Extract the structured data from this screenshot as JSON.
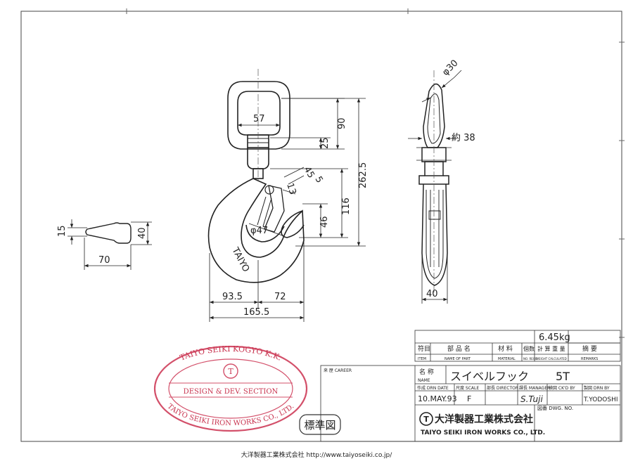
{
  "dims": {
    "d30": "φ30",
    "d57": "57",
    "d90": "90",
    "d25": "25",
    "d2625": "262.5",
    "d38": "約 38",
    "d45": "45",
    "d5": "5",
    "d13": "13",
    "d116": "116",
    "d46": "46",
    "d47": "φ47",
    "d935": "93.5",
    "d72": "72",
    "d1655": "165.5",
    "d40side": "40",
    "d15": "15",
    "d40left": "40",
    "d70": "70"
  },
  "hook_mark": "TAIYO",
  "stamp": {
    "top": "TAIYO SEIKI KOGYO K.K.",
    "middle": "DESIGN & DEV. SECTION",
    "bottom": "TAIYO SEIKI IRON WORKS CO., LTD.",
    "logo": "T"
  },
  "hyojun": "標準図",
  "title_block": {
    "weight": "6.45kg",
    "col_item": "符目",
    "col_item_en": "ITEM",
    "col_name": "部 品 名",
    "col_name_en": "NAME OF PART",
    "col_material": "材 料",
    "col_material_en": "MATERIAL",
    "col_no": "個数",
    "col_no_en": "NO. REQD",
    "col_weight": "計 算 重 量",
    "col_weight_en": "WEIGHT CALCULATED",
    "col_remarks": "摘 要",
    "col_remarks_en": "REMARKS",
    "career_label": "来 歴 CAREER",
    "name_label": "名 称",
    "name_label_en": "NAME",
    "part_name": "スイベルフック",
    "capacity": "5T",
    "date_label": "作成 DRN DATE",
    "scale_label": "尺度 SCALE",
    "director_label": "部長 DIRECTOR",
    "manager_label": "課長 MANAGER",
    "checked_label": "検図 CK'D BY",
    "drawn_label": "製図 DRN BY",
    "date": "10.MAY.93",
    "scale": "F",
    "manager_sign": "S.Tuji",
    "drawn_by": "T.YODOSHI",
    "dwg_label": "図番 DWG. NO.",
    "company_jp": "大洋製器工業株式会社",
    "company_en": "TAIYO SEIKI IRON WORKS CO., LTD."
  },
  "footer": "大洋製器工業株式会社 http://www.taiyoseiki.co.jp/"
}
